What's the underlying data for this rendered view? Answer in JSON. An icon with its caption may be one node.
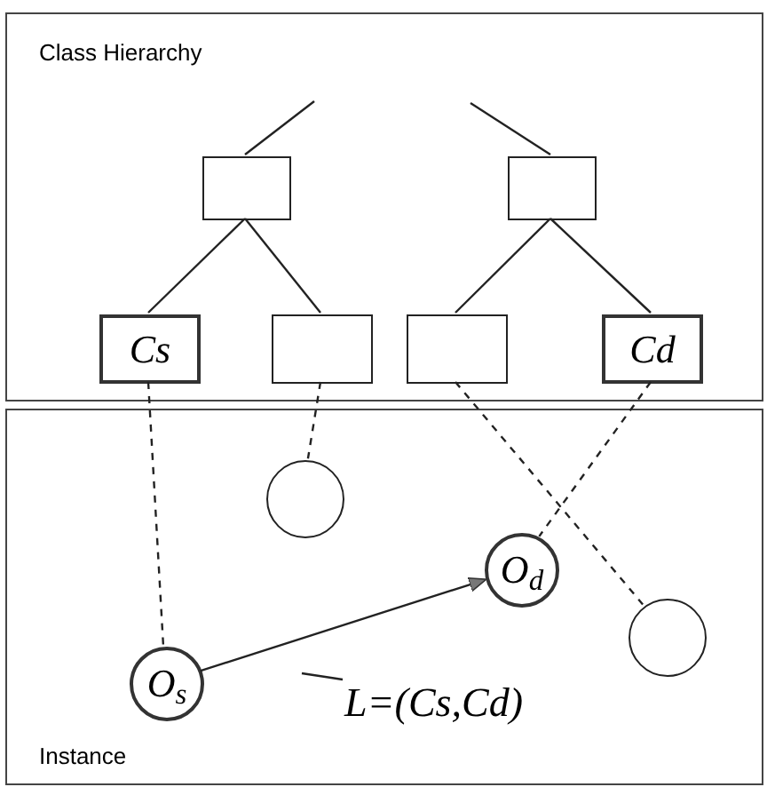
{
  "diagram": {
    "nodes": [
      {
        "text": [
          "Class Hierarchy"
        ]
      },
      {
        "text": [],
        "shape": "box",
        "in": 0
      },
      {
        "text": [],
        "shape": "box",
        "in": 0
      },
      {
        "text": [
          "Cs"
        ],
        "in": 0
      },
      {
        "text": [],
        "shape": "box",
        "in": 0
      },
      {
        "text": [],
        "shape": "box",
        "in": 0
      },
      {
        "text": [
          "Cd"
        ],
        "in": 0
      },
      {
        "text": [
          "Instance"
        ]
      },
      {
        "text": [],
        "shape": "circle",
        "in": 7
      },
      {
        "text": [
          "O$_{d}$"
        ],
        "in": 7
      },
      {
        "text": [],
        "shape": "circle",
        "in": 7
      },
      {
        "text": [
          "O$_{s}$"
        ],
        "in": 7
      },
      {
        "text": [
          "L=(Cs,Cd)"
        ],
        "in": 7
      }
    ],
    "edges": [
      {
        "from": null,
        "to": 1,
        "arrow": "none"
      },
      {
        "from": null,
        "to": 2,
        "arrow": "none"
      },
      {
        "from": 1,
        "to": 3,
        "arrow": "none"
      },
      {
        "from": 1,
        "to": 4,
        "arrow": "none"
      },
      {
        "from": 2,
        "to": 5,
        "arrow": "none"
      },
      {
        "from": 2,
        "to": 6,
        "arrow": "none"
      },
      {
        "from": 3,
        "to": 11,
        "arrow": "none",
        "style": "dashed"
      },
      {
        "from": 4,
        "to": 8,
        "arrow": "none",
        "style": "dashed"
      },
      {
        "from": 5,
        "to": 10,
        "arrow": "none",
        "style": "dashed"
      },
      {
        "from": 6,
        "to": 9,
        "arrow": "none",
        "style": "dashed"
      },
      {
        "from": 11,
        "to": 9,
        "arrow": "to"
      },
      {
        "from": 12,
        "to": null,
        "arrow": "none"
      }
    ]
  }
}
